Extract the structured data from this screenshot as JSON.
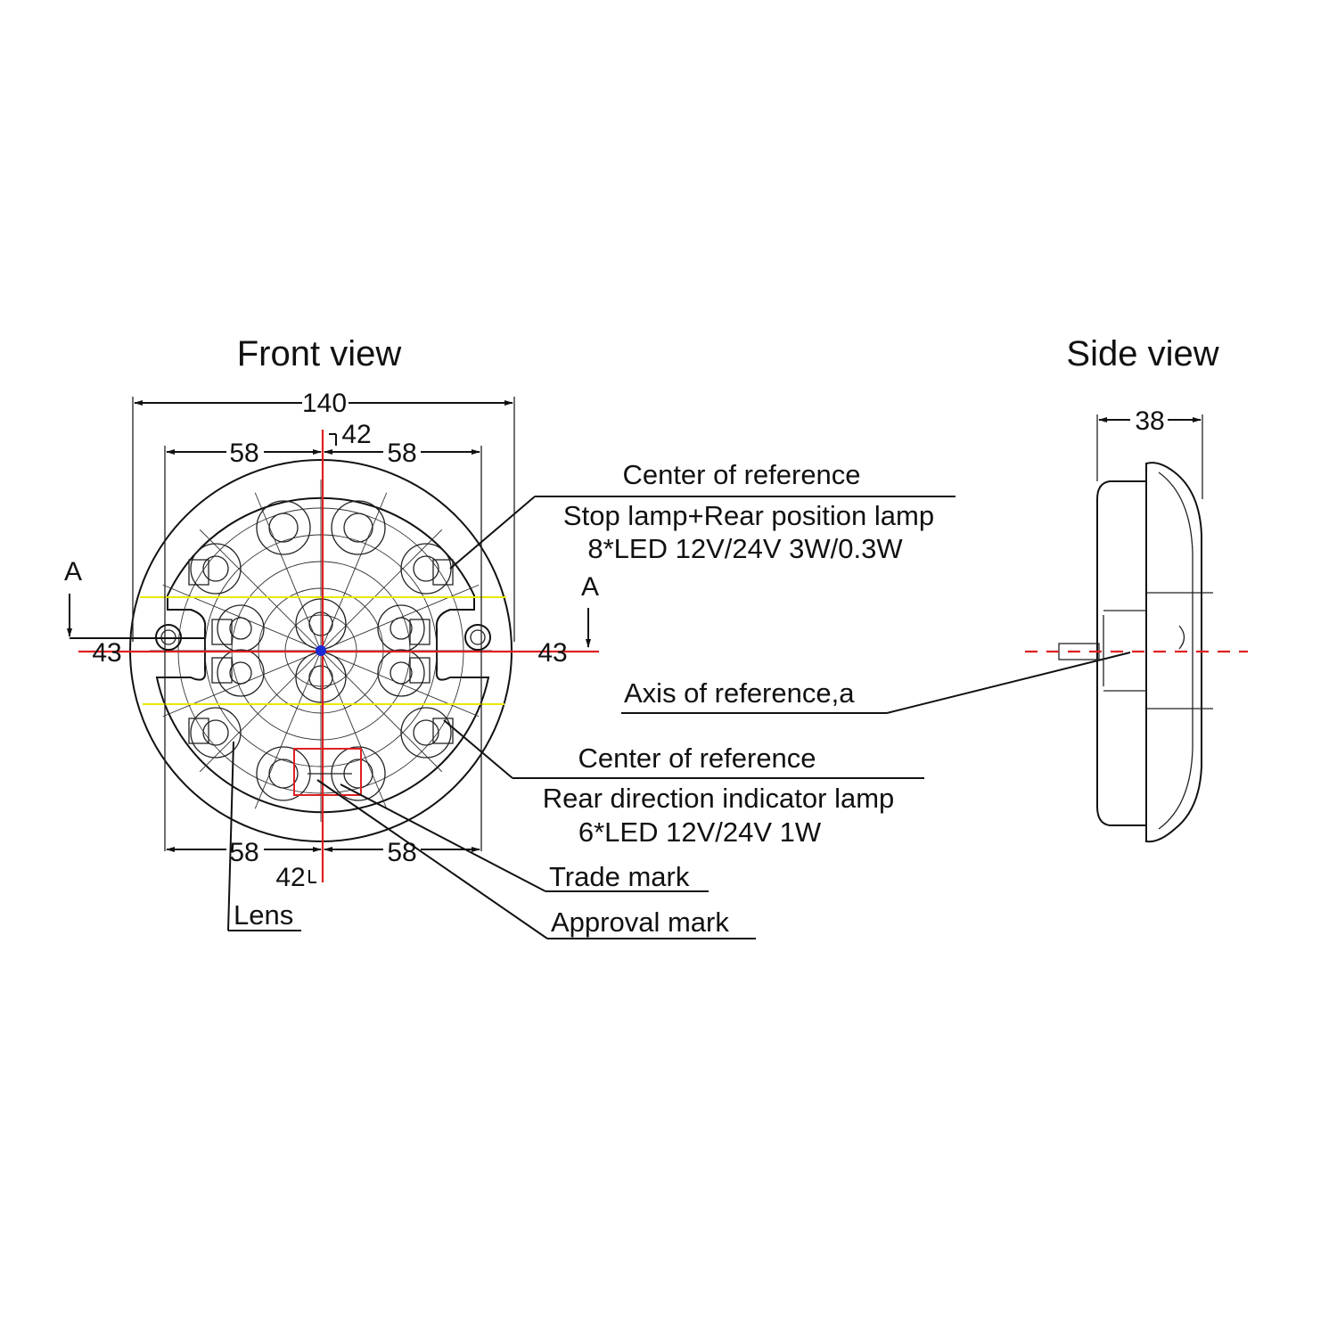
{
  "views": {
    "front_title": "Front view",
    "side_title": "Side view"
  },
  "dimensions": {
    "overall_width": "140",
    "top_left": "58",
    "top_right": "58",
    "top_center": "42",
    "left": "43",
    "right": "43",
    "bottom_left": "58",
    "bottom_right": "58",
    "bottom_center": "42",
    "side_depth": "38"
  },
  "section_marks": {
    "left": "A",
    "right": "A"
  },
  "callouts": {
    "center_ref_1": "Center of reference",
    "stop_lamp": "Stop lamp+Rear position lamp",
    "stop_lamp_spec": "8*LED 12V/24V 3W/0.3W",
    "axis_ref": "Axis of reference,a",
    "center_ref_2": "Center of reference",
    "indicator_lamp": "Rear direction indicator lamp",
    "indicator_spec": "6*LED 12V/24V 1W",
    "trade_mark": "Trade mark",
    "approval_mark": "Approval mark",
    "lens": "Lens"
  },
  "colors": {
    "reference_axis": "#e02020",
    "lamp_zone": "#e8e800",
    "center_marker": "#1a2bd6",
    "outline": "#111111"
  }
}
